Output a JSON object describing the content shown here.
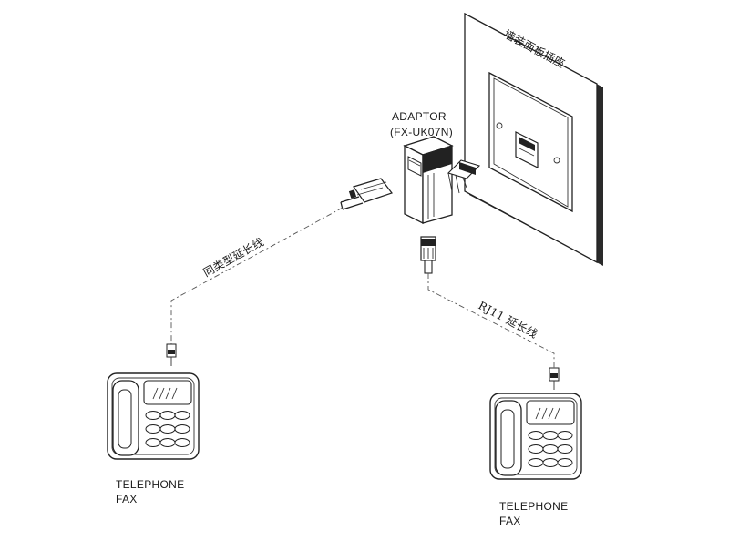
{
  "labels": {
    "wall_panel": "墙装面板插座",
    "adaptor_name": "ADAPTOR",
    "adaptor_model": "(FX-UK07N)",
    "cable_left": "同类型延长线",
    "cable_right": "RJ11 延长线",
    "left_device_line1": "TELEPHONE",
    "left_device_line2": "FAX",
    "right_device_line1": "TELEPHONE",
    "right_device_line2": "FAX"
  },
  "colors": {
    "ink": "#222222",
    "panel_fill": "#ffffff",
    "wall_shadow": "#2a2a2a"
  },
  "icons": {
    "wall_socket": "wall-socket-icon",
    "adaptor": "adaptor-icon",
    "plug": "rj11-plug-icon",
    "telephone": "telephone-icon"
  }
}
